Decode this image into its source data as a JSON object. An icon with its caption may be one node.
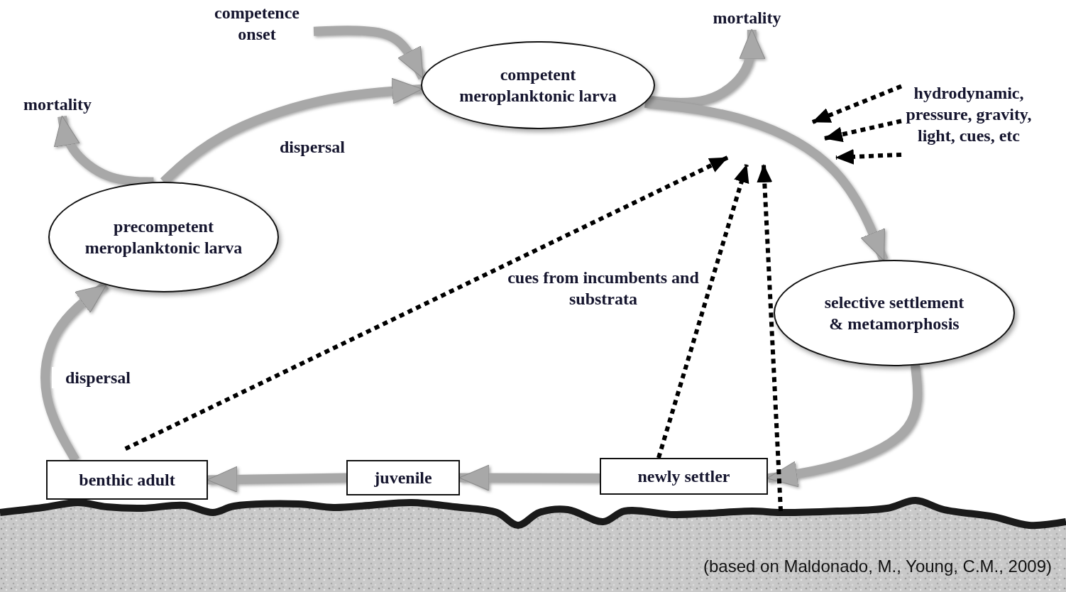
{
  "diagram": {
    "caption": "(based on Maldonado, M., Young, C.M., 2009)",
    "nodes": [
      {
        "text": [
          "competence onset"
        ]
      },
      {
        "text": [
          "competent meroplanktonic larva"
        ]
      },
      {
        "text": [
          "mortality"
        ]
      },
      {
        "text": [
          "precompetent meroplanktonic larva"
        ]
      },
      {
        "text": [
          "mortality"
        ]
      },
      {
        "text": [
          "hydrodynamic, pressure, gravity, light, cues, etc"
        ]
      },
      {
        "text": [
          "selective settlement & metamorphosis"
        ]
      },
      {
        "text": [
          "benthic adult"
        ]
      },
      {
        "text": [
          "juvenile"
        ]
      },
      {
        "text": [
          "newly settler"
        ]
      },
      {
        "text": [],
        "shape": "band"
      }
    ],
    "edges": [
      {
        "from": 0,
        "to": 1,
        "arrow": "to"
      },
      {
        "from": 3,
        "to": 1,
        "arrow": "to",
        "label": "dispersal"
      },
      {
        "from": 3,
        "to": 2,
        "arrow": "to"
      },
      {
        "from": 1,
        "to": 4,
        "arrow": "to"
      },
      {
        "from": 1,
        "to": 6,
        "arrow": "to"
      },
      {
        "from": 6,
        "to": 9,
        "arrow": "to"
      },
      {
        "from": 9,
        "to": 8,
        "arrow": "to"
      },
      {
        "from": 8,
        "to": 7,
        "arrow": "to"
      },
      {
        "from": 7,
        "to": 3,
        "arrow": "to",
        "label": "dispersal"
      },
      {
        "from": 5,
        "to": null,
        "arrow": "to",
        "style": "dashed",
        "color": "#000000"
      },
      {
        "from": 5,
        "to": null,
        "arrow": "to",
        "style": "dashed",
        "color": "#000000"
      },
      {
        "from": 5,
        "to": null,
        "arrow": "to",
        "style": "dashed",
        "color": "#000000"
      },
      {
        "from": 7,
        "to": null,
        "arrow": "to",
        "style": "dashed",
        "color": "#000000"
      },
      {
        "from": 9,
        "to": null,
        "arrow": "to",
        "style": "dashed",
        "color": "#000000"
      },
      {
        "from": 10,
        "to": null,
        "arrow": "to",
        "style": "dashed",
        "color": "#000000"
      }
    ],
    "labels": [
      "cues from incumbents and substrata"
    ]
  }
}
